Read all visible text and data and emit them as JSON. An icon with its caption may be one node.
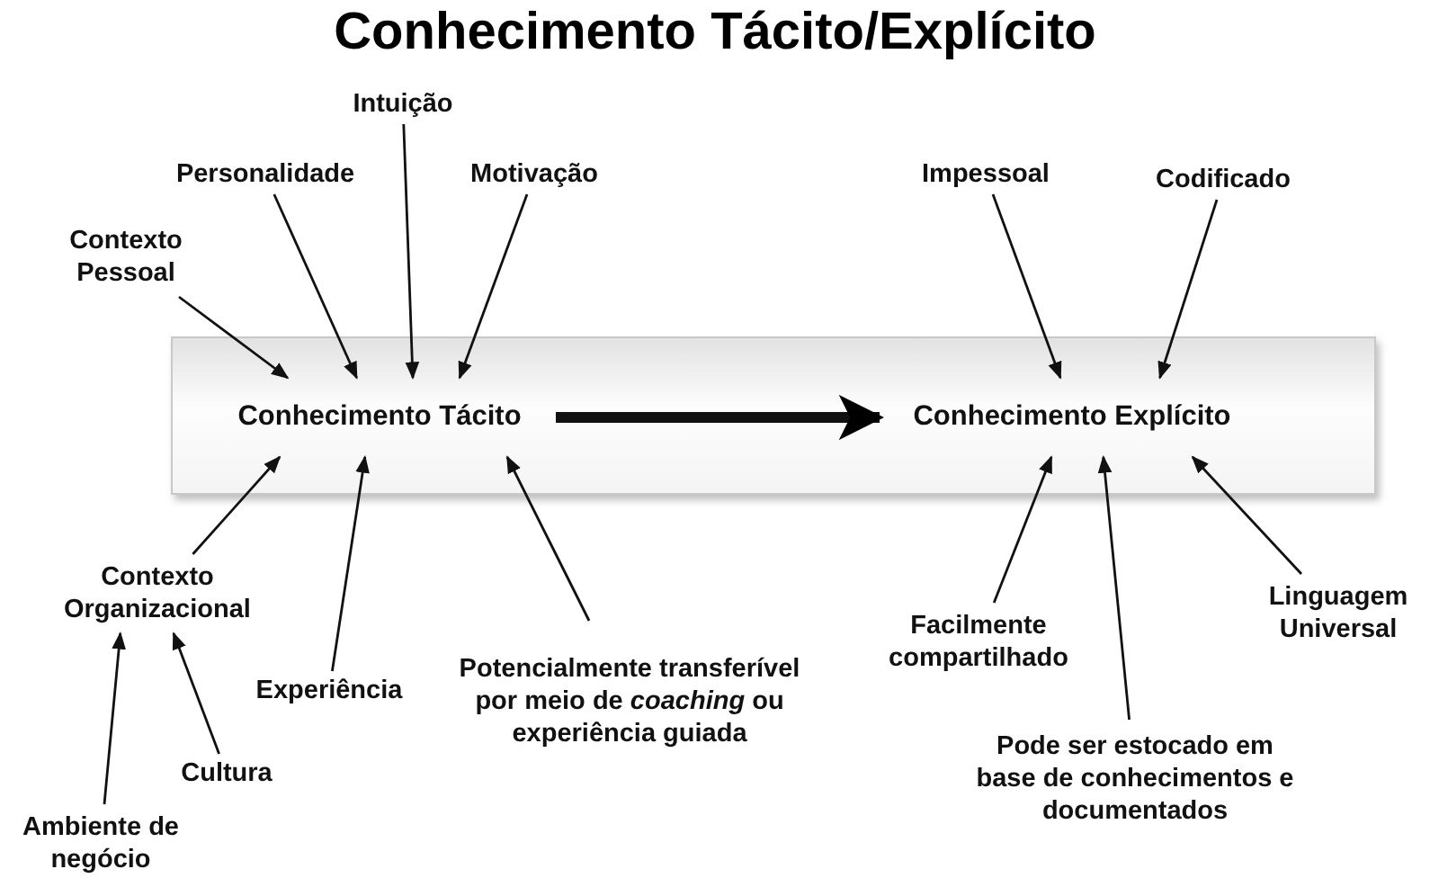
{
  "diagram": {
    "title": "Conhecimento Tácito/Explícito",
    "nodes": [
      {
        "text": [],
        "shape": "box"
      },
      {
        "text": [
          "Conhecimento Tácito"
        ],
        "in": 0
      },
      {
        "text": [
          "Conhecimento Explícito"
        ],
        "in": 0
      },
      {
        "text": [
          "Intuição"
        ]
      },
      {
        "text": [
          "Personalidade"
        ]
      },
      {
        "text": [
          "Motivação"
        ]
      },
      {
        "text": [
          "Contexto Pessoal"
        ]
      },
      {
        "text": [
          "Impessoal"
        ]
      },
      {
        "text": [
          "Codificado"
        ]
      },
      {
        "text": [
          "Contexto Organizacional"
        ]
      },
      {
        "text": [
          "Experiência"
        ]
      },
      {
        "text": [
          "Potencialmente transferível por meio de *coaching* ou experiência guiada"
        ]
      },
      {
        "text": [
          "Cultura"
        ]
      },
      {
        "text": [
          "Ambiente de negócio"
        ]
      },
      {
        "text": [
          "Facilmente compartilhado"
        ]
      },
      {
        "text": [
          "Linguagem Universal"
        ]
      },
      {
        "text": [
          "Pode ser estocado em base de conhecimentos e documentados"
        ]
      }
    ],
    "edges": [
      {
        "from": 1,
        "to": 2,
        "arrow": "to",
        "style": "thick"
      },
      {
        "from": 3,
        "to": 1,
        "arrow": "to"
      },
      {
        "from": 4,
        "to": 1,
        "arrow": "to"
      },
      {
        "from": 5,
        "to": 1,
        "arrow": "to"
      },
      {
        "from": 6,
        "to": 1,
        "arrow": "to"
      },
      {
        "from": 9,
        "to": 1,
        "arrow": "to"
      },
      {
        "from": 10,
        "to": 1,
        "arrow": "to"
      },
      {
        "from": 11,
        "to": 1,
        "arrow": "to"
      },
      {
        "from": 7,
        "to": 2,
        "arrow": "to"
      },
      {
        "from": 8,
        "to": 2,
        "arrow": "to"
      },
      {
        "from": 14,
        "to": 2,
        "arrow": "to"
      },
      {
        "from": 16,
        "to": 2,
        "arrow": "to"
      },
      {
        "from": 15,
        "to": 2,
        "arrow": "to"
      },
      {
        "from": 12,
        "to": 9,
        "arrow": "to"
      },
      {
        "from": 13,
        "to": 9,
        "arrow": "to"
      }
    ]
  }
}
